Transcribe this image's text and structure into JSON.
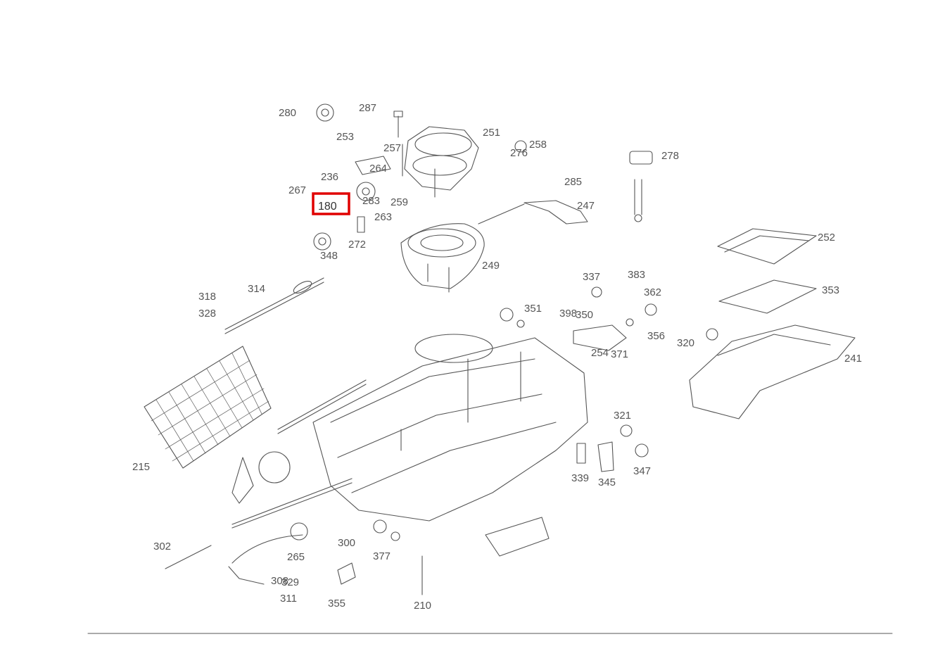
{
  "diagram": {
    "callouts": [
      {
        "label": "280"
      },
      {
        "label": "287"
      },
      {
        "label": "253"
      },
      {
        "label": "251"
      },
      {
        "label": "258"
      },
      {
        "label": "276"
      },
      {
        "label": "257"
      },
      {
        "label": "264"
      },
      {
        "label": "236"
      },
      {
        "label": "180"
      },
      {
        "label": "259"
      },
      {
        "label": "267"
      },
      {
        "label": "283"
      },
      {
        "label": "348"
      },
      {
        "label": "272"
      },
      {
        "label": "285"
      },
      {
        "label": "263"
      },
      {
        "label": "247"
      },
      {
        "label": "249"
      },
      {
        "label": "278"
      },
      {
        "label": "252"
      },
      {
        "label": "353"
      },
      {
        "label": "318"
      },
      {
        "label": "314"
      },
      {
        "label": "328"
      },
      {
        "label": "337"
      },
      {
        "label": "383"
      },
      {
        "label": "398"
      },
      {
        "label": "351"
      },
      {
        "label": "350"
      },
      {
        "label": "362"
      },
      {
        "label": "356"
      },
      {
        "label": "320"
      },
      {
        "label": "254"
      },
      {
        "label": "371"
      },
      {
        "label": "241"
      },
      {
        "label": "321"
      },
      {
        "label": "215"
      },
      {
        "label": "339"
      },
      {
        "label": "345"
      },
      {
        "label": "347"
      },
      {
        "label": "302"
      },
      {
        "label": "265"
      },
      {
        "label": "300"
      },
      {
        "label": "377"
      },
      {
        "label": "308"
      },
      {
        "label": "329"
      },
      {
        "label": "311"
      },
      {
        "label": "355"
      },
      {
        "label": "210"
      }
    ],
    "highlighted_label": "180",
    "highlight_color": "#e00000",
    "line_color": "#555555"
  }
}
